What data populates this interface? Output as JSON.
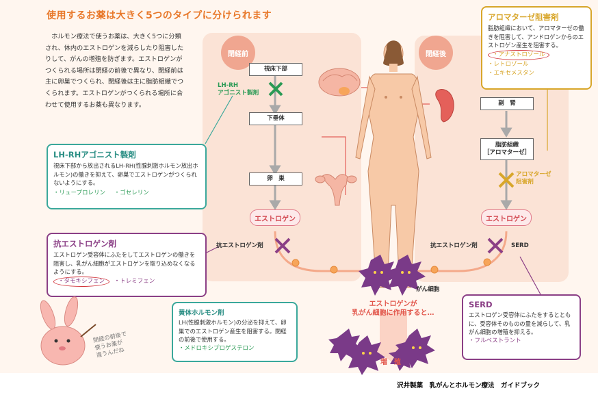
{
  "title": "使用するお薬は大きく5つのタイプに分けられます",
  "intro": "ホルモン療法で使うお薬は、大きく5つに分類され、体内のエストロゲンを減らしたり阻害したりして、がんの増殖を防ぎます。エストロゲンがつくられる場所は閉経の前後で異なり、閉経前は主に卵巣でつくられ、閉経後は主に脂肪組織でつくられます。エストロゲンがつくられる場所に合わせて使用するお薬も異なります。",
  "pre": {
    "label": "閉経前",
    "box_hypothalamus": "視床下部",
    "box_pituitary": "下垂体",
    "box_ovary": "卵　巣",
    "lhrh_label": "LH-RH\nアゴニスト製剤",
    "estrogen": "エストロゲン",
    "anti_label": "抗エストロゲン剤"
  },
  "post": {
    "label": "閉経後",
    "box_adrenal": "副　腎",
    "box_fat": "脂肪組織\n［アロマターゼ］",
    "aromatase_label": "アロマターゼ\n阻害剤",
    "estrogen": "エストロゲン",
    "anti_label": "抗エストロゲン剤",
    "serd_label": "SERD"
  },
  "center": {
    "cancer_label": "がん細胞",
    "effect": "エストロゲンが\n乳がん細胞に作用すると…",
    "growth": "増　殖"
  },
  "cards": {
    "aromatase": {
      "title": "アロマターゼ阻害剤",
      "text": "脂肪組織において、アロマターゼの働きを阻害して、アンドロゲンからのエストロゲン産生を阻害する。",
      "drugs": [
        "・アナストロゾール",
        "・レトロゾール",
        "・エキセメスタン"
      ]
    },
    "lhrh": {
      "title": "LH-RHアゴニスト製剤",
      "text": "視床下部から放出されるLH-RH(性腺刺激ホルモン放出ホルモン)の働きを抑えて、卵巣でエストロゲンがつくられないようにする。",
      "drugs": [
        "・リュープロレリン",
        "・ゴセレリン"
      ]
    },
    "anti": {
      "title": "抗エストロゲン剤",
      "text": "エストロゲン受容体にふたをしてエストロゲンの働きを阻害し、乳がん細胞がエストロゲンを取り込めなくなるようにする。",
      "drugs": [
        "・タモキシフェン",
        "・トレミフェン"
      ]
    },
    "progestin": {
      "title": "黄体ホルモン剤",
      "text": "LH(性腺刺激ホルモン)の分泌を抑えて、卵巣でのエストロゲン産生を阻害する。閉経の前後で使用する。",
      "drugs": [
        "・メドロキシプロゲステロン"
      ]
    },
    "serd": {
      "title": "SERD",
      "text": "エストロゲン受容体にふたをするとともに、受容体そのものの量を減らして、乳がん細胞の増殖を抑える。",
      "drugs": [
        "・フルベストラント"
      ]
    }
  },
  "mascot_speech": "閉経の前後で\n使うお薬が\n違うんだね",
  "footer": "沢井製薬　乳がんとホルモン療法　ガイドブック",
  "colors": {
    "orange": "#e8782a",
    "teal": "#3aa89b",
    "purple": "#8b3f86",
    "pink_panel": "#fbe3d6",
    "gold": "#d8a62a"
  }
}
